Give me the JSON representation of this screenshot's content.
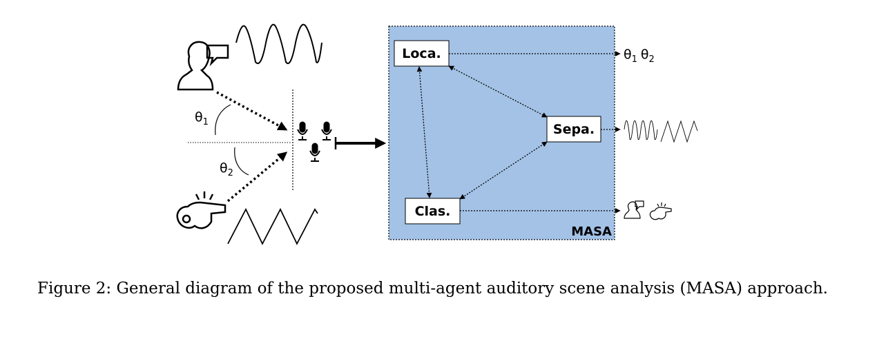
{
  "diagram": {
    "nodes": {
      "loca": "Loca.",
      "sepa": "Sepa.",
      "clas": "Clas."
    },
    "masa_label": "MASA",
    "angles": {
      "theta1": "θ",
      "theta1_sub": "1",
      "theta2": "θ",
      "theta2_sub": "2"
    },
    "outputs": {
      "theta_a": "θ",
      "theta_a_sub": "1",
      "theta_b": "θ",
      "theta_b_sub": "2"
    },
    "colors": {
      "masa_fill": "#a3c2e6",
      "stroke": "#000000"
    },
    "icons": [
      "speaker-person-icon",
      "speech-bubble-icon",
      "whistle-icon",
      "microphone-icon",
      "sine-wave-icon",
      "triangle-wave-icon"
    ]
  },
  "caption": "Figure 2: General diagram of the proposed multi-agent auditory scene analysis (MASA) approach."
}
